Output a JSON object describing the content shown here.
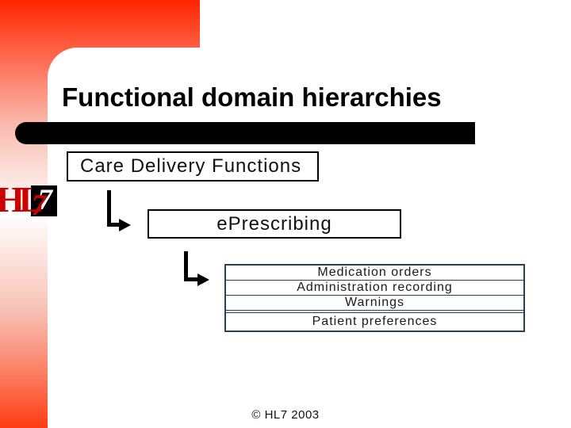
{
  "title": "Functional domain hierarchies",
  "footer": "© HL7 2003",
  "logo": {
    "h": "H",
    "l": "L",
    "seven": "7"
  },
  "hierarchy": {
    "level1_label": "Care Delivery Functions",
    "level2_label": "ePrescribing",
    "level3_items": [
      "Medication orders",
      "Administration recording",
      "Warnings",
      "Patient preferences"
    ]
  },
  "colors": {
    "accent_red_top": "#ff2400",
    "accent_red_bottom": "#ff3c14",
    "title_bar": "#000000",
    "logo_red": "#cc0000",
    "list_border": "#24444f"
  }
}
